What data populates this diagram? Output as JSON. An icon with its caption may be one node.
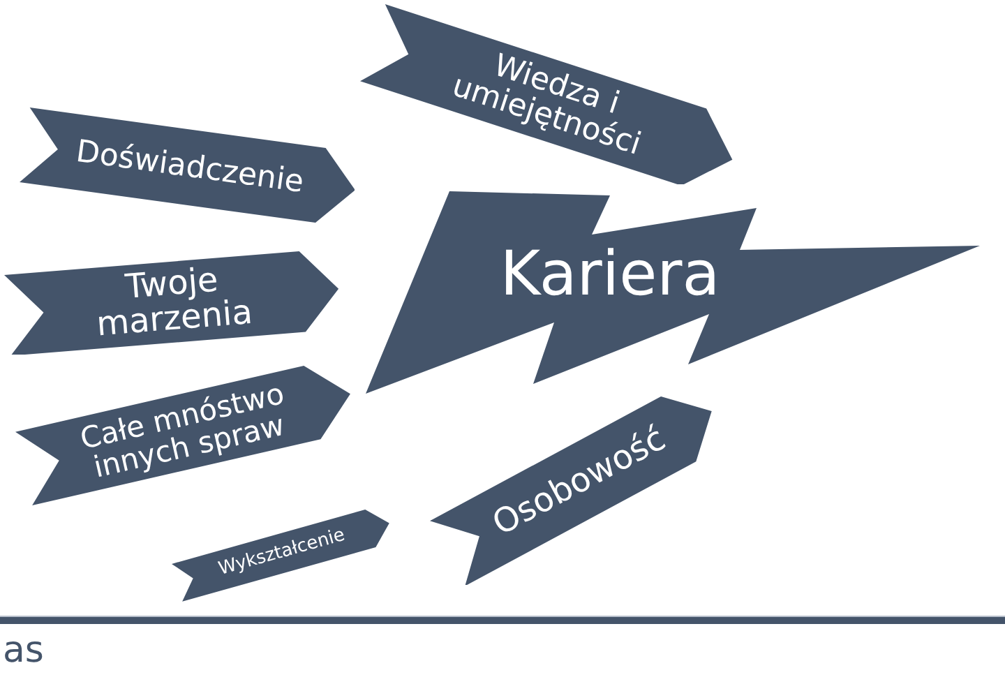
{
  "diagram": {
    "nodes": [
      {
        "text": [
          "Wiedza i umiejętności"
        ]
      },
      {
        "text": [
          "Doświadczenie"
        ]
      },
      {
        "text": [
          "Kariera"
        ]
      },
      {
        "text": [
          "Twoje marzenia"
        ]
      },
      {
        "text": [
          "Całe mnóstwo innych spraw"
        ]
      },
      {
        "text": [
          "Osobowość"
        ]
      },
      {
        "text": [
          "Wykształcenie"
        ]
      }
    ],
    "labels": [
      "as"
    ]
  }
}
